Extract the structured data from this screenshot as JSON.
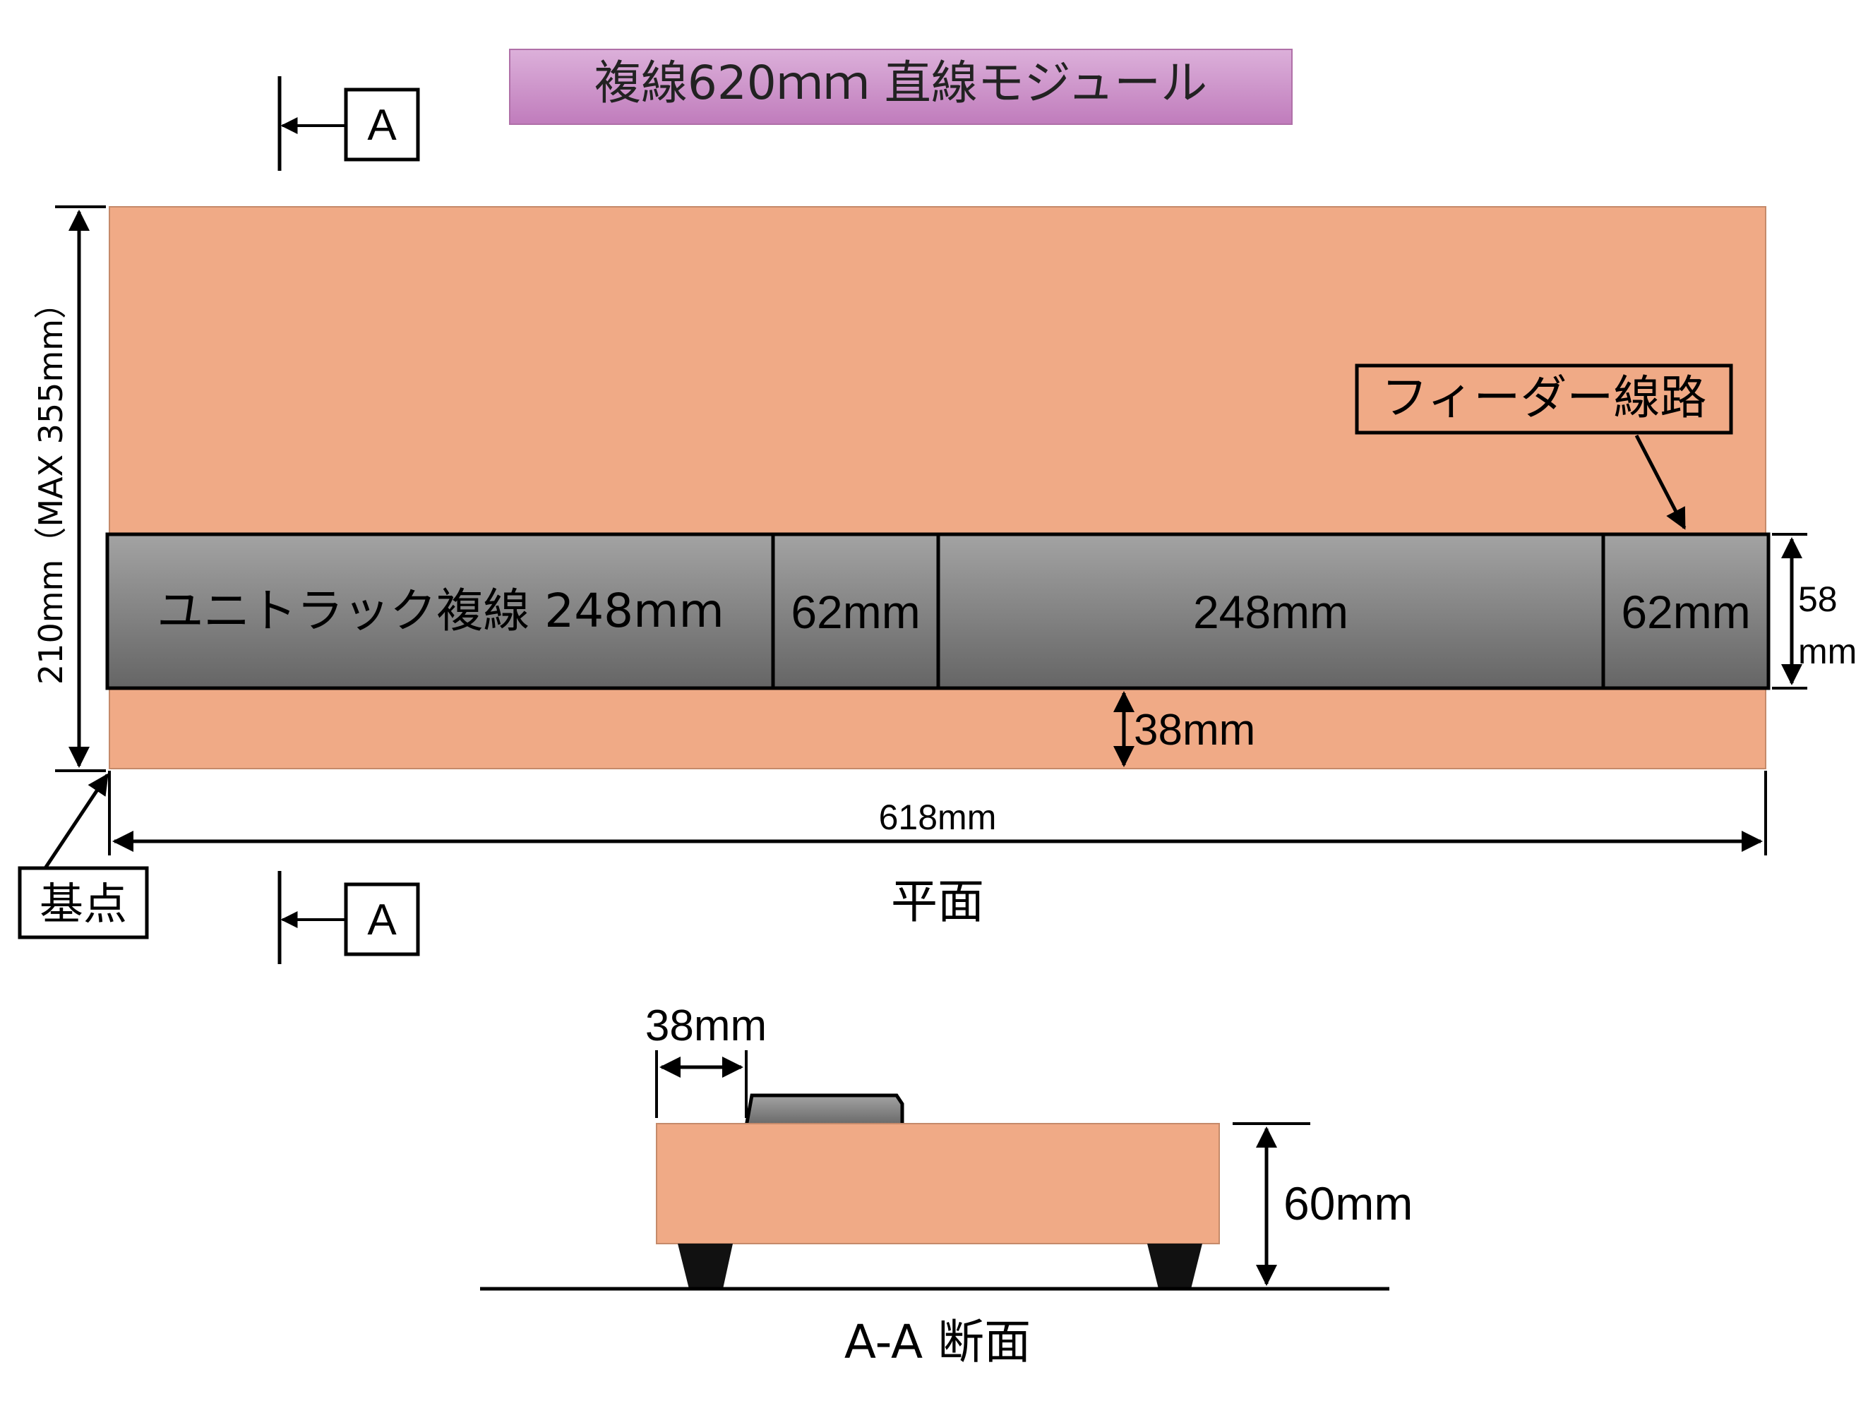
{
  "title": "複線620ｍｍ 直線モジュール",
  "section_marker_top": "A",
  "section_marker_bottom": "A",
  "callout_feeder": "フィーダー線路",
  "callout_origin": "基点",
  "track_segments": [
    {
      "label": "ユニトラック複線 248mm"
    },
    {
      "label": "62mm"
    },
    {
      "label": "248mm"
    },
    {
      "label": "62mm"
    }
  ],
  "dim_depth": "210mm（MAX 355mm）",
  "dim_track_width_line1": "58",
  "dim_track_width_line2": "mm",
  "dim_track_offset": "38mm",
  "dim_length": "618mm",
  "plan_caption": "平面",
  "section_offset": "38mm",
  "section_height": "60mm",
  "section_caption": "A-A 断面",
  "colors": {
    "board": "#f0aa86",
    "title_bg_top": "#d9a8d8",
    "title_bg_bottom": "#c47fbf",
    "track_top": "#a0a0a0",
    "track_bottom": "#6a6a6a"
  }
}
